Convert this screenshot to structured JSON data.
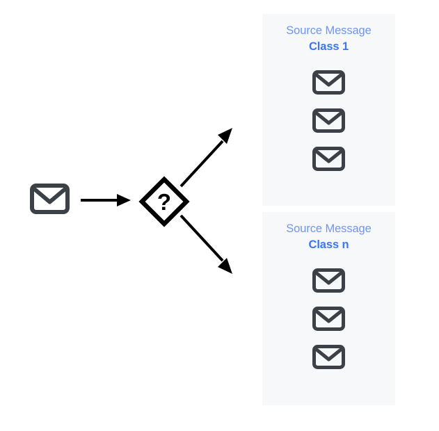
{
  "colors": {
    "background": "#ffffff",
    "panel_background": "#f7f8fa",
    "envelope": "#3c4148",
    "arrow": "#000000",
    "diamond_stroke": "#000000",
    "title_blue": "#6f95ef",
    "subtitle_blue": "#3b77f3"
  },
  "diagram": {
    "source": {
      "envelope_icon": "envelope-icon"
    },
    "classifier": {
      "label": "?",
      "shape": "diamond",
      "icon": "question-mark-decision-icon"
    },
    "arrows": [
      {
        "name": "arrow-to-classifier",
        "direction": "right"
      },
      {
        "name": "arrow-to-class-1",
        "direction": "up-right"
      },
      {
        "name": "arrow-to-class-n",
        "direction": "down-right"
      }
    ],
    "panels": [
      {
        "title": "Source Message",
        "subtitle": "Class 1",
        "messages": [
          {
            "icon": "envelope-icon"
          },
          {
            "icon": "envelope-icon"
          },
          {
            "icon": "envelope-icon"
          }
        ]
      },
      {
        "title": "Source Message",
        "subtitle": "Class n",
        "messages": [
          {
            "icon": "envelope-icon"
          },
          {
            "icon": "envelope-icon"
          },
          {
            "icon": "envelope-icon"
          }
        ]
      }
    ]
  }
}
